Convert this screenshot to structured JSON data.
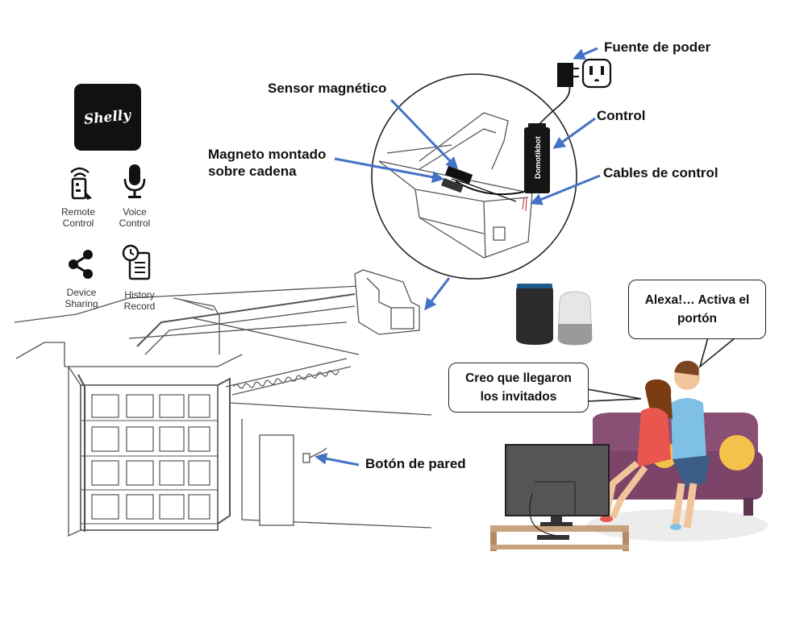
{
  "app": {
    "logo_text": "Shelly"
  },
  "features": [
    {
      "icon": "remote-control-icon",
      "label_1": "Remote",
      "label_2": "Control"
    },
    {
      "icon": "microphone-icon",
      "label_1": "Voice",
      "label_2": "Control"
    },
    {
      "icon": "share-icon",
      "label_1": "Device",
      "label_2": "Sharing"
    },
    {
      "icon": "history-record-icon",
      "label_1": "History",
      "label_2": "Record"
    }
  ],
  "labels": {
    "power_source": "Fuente de poder",
    "magnetic_sensor": "Sensor magnético",
    "control": "Control",
    "magnet_line1": "Magneto montado",
    "magnet_line2": "sobre cadena",
    "control_cables": "Cables de control",
    "wall_button": "Botón de pared",
    "device_brand": "Domotikbot"
  },
  "bubbles": {
    "alexa_line1": "Alexa!… Activa el",
    "alexa_line2": "portón",
    "guests_line1": "Creo que llegaron",
    "guests_line2": "los invitados"
  },
  "colors": {
    "arrow": "#4472c4",
    "sofa": "#8a4f74",
    "tv": "#555555"
  }
}
